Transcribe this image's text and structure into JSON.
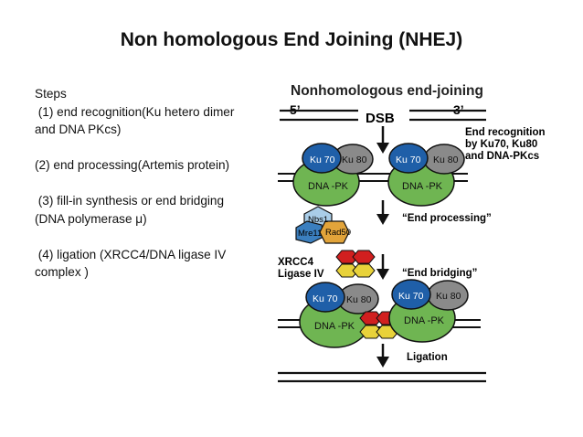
{
  "title": "Non homologous End Joining (NHEJ)",
  "steps": {
    "heading": "Steps",
    "step1_line1": " (1) end recognition(Ku hetero dimer",
    "step1_line2": "and DNA PKcs)",
    "step2": "(2) end processing(Artemis protein)",
    "step3_line1": " (3) fill-in synthesis or end bridging",
    "step3_line2": "(DNA polymerase μ)",
    "step4_line1": " (4) ligation (XRCC4/DNA ligase IV",
    "step4_line2": "complex )"
  },
  "diagram": {
    "heading": "Nonhomologous end-joining",
    "five_prime": "5’",
    "three_prime": "3’",
    "dsb": "DSB",
    "recognition_line1": "End recognition",
    "recognition_line2": "by Ku70, Ku80",
    "recognition_line3": "and DNA-PKcs",
    "ku70": "Ku 70",
    "ku80": "Ku 80",
    "dnapk": "DNA -PK",
    "nbs1": "Nbs1",
    "mre11": "Mre11",
    "rad50": "Rad50",
    "end_processing": "“End processing”",
    "xrcc4": "XRCC4",
    "ligase4": "Ligase IV",
    "end_bridging": "“End bridging”",
    "ligation": "Ligation",
    "colors": {
      "ku70": "#1f5fa8",
      "ku80": "#8a8a8a",
      "dnapk": "#6fb552",
      "nbs1": "#a9cde8",
      "mre11": "#3b7fbf",
      "rad50": "#e2a43a",
      "xrcc4": "#d11f1f",
      "ligase4": "#e8d23a"
    }
  }
}
